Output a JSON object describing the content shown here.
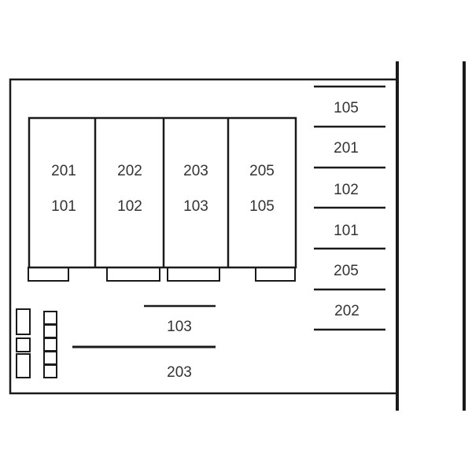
{
  "building": {
    "units": [
      {
        "upper": "201",
        "lower": "101"
      },
      {
        "upper": "202",
        "lower": "102"
      },
      {
        "upper": "203",
        "lower": "103"
      },
      {
        "upper": "205",
        "lower": "105"
      }
    ]
  },
  "parking_right": [
    "105",
    "201",
    "102",
    "101",
    "205",
    "202"
  ],
  "parking_bottom": [
    "103",
    "203"
  ]
}
